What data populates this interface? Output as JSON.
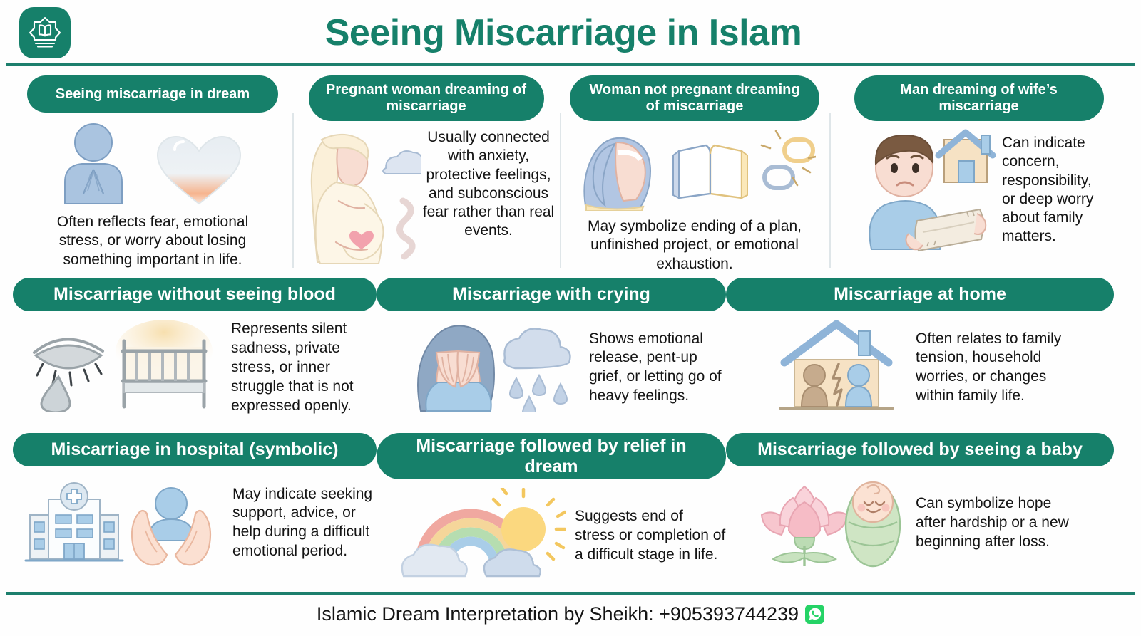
{
  "header": {
    "title": "Seeing Miscarriage in Islam",
    "logo_icon": "quran-book-star-icon",
    "accent_color": "#16806a",
    "rule_color": "#1d7f6d"
  },
  "rows": [
    {
      "cards": [
        {
          "title": "Seeing miscarriage in dream",
          "description": "Often reflects fear, emotional stress, or worry about losing something important in life.",
          "icons": [
            "praying-person-icon",
            "fading-heart-icon"
          ],
          "layout": "icons-above-text"
        },
        {
          "title": "Pregnant woman dreaming of miscarriage",
          "description": "Usually connected with anxiety, protective feelings, and subconscious fear rather than real events.",
          "icons": [
            "pregnant-woman-icon",
            "cloud-icon",
            "smoke-swirl-icon"
          ],
          "layout": "icons-left-text-right"
        },
        {
          "title": "Woman not pregnant dreaming of miscarriage",
          "description": "May symbolize ending of a plan, unfinished project, or emotional exhaustion.",
          "icons": [
            "hijab-woman-icon",
            "open-book-icon",
            "broken-chain-icon"
          ],
          "layout": "icons-above-text"
        },
        {
          "title": "Man dreaming of wife’s miscarriage",
          "description": "Can indicate concern, responsibility, or deep worry about family matters.",
          "icons": [
            "worried-man-icon",
            "house-icon",
            "document-icon"
          ],
          "layout": "icons-left-text-right"
        }
      ]
    },
    {
      "cards": [
        {
          "title": "Miscarriage without seeing blood",
          "description": "Represents silent sadness, private stress, or inner struggle that is not expressed openly.",
          "icons": [
            "crying-eye-icon",
            "crib-icon"
          ]
        },
        {
          "title": "Miscarriage with crying",
          "description": "Shows emotional release, pent-up grief, or letting go of heavy feelings.",
          "icons": [
            "crying-woman-icon",
            "rain-cloud-icon"
          ]
        },
        {
          "title": "Miscarriage at home",
          "description": "Often relates to family tension, household worries, or changes within family life.",
          "icons": [
            "house-with-two-people-icon"
          ]
        }
      ]
    },
    {
      "cards": [
        {
          "title": "Miscarriage in hospital (symbolic)",
          "description": "May indicate seeking support, advice, or help during a difficult emotional period.",
          "icons": [
            "hospital-icon",
            "supporting-hands-icon"
          ]
        },
        {
          "title": "Miscarriage followed by relief in dream",
          "description": "Suggests end of stress or completion of a difficult stage in life.",
          "icons": [
            "rainbow-sun-clouds-icon"
          ]
        },
        {
          "title": "Miscarriage followed by seeing a baby",
          "description": "Can symbolize hope after hardship or a new beginning after loss.",
          "icons": [
            "lotus-flower-icon",
            "swaddled-baby-icon"
          ]
        }
      ]
    }
  ],
  "footer": {
    "text": "Islamic Dream Interpretation by Sheikh: +905393744239",
    "whatsapp_icon": "whatsapp-icon",
    "whatsapp_color": "#25d366"
  }
}
